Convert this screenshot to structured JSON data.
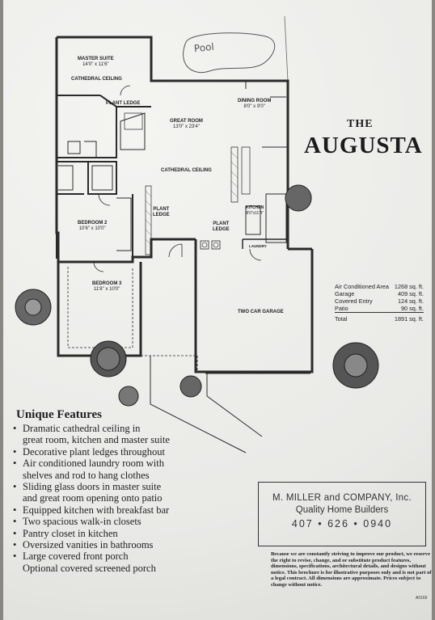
{
  "title": {
    "prefix": "THE",
    "name": "AUGUSTA"
  },
  "rooms": {
    "master_suite": {
      "name": "MASTER SUITE",
      "dims": "14'0\" x 11'6\""
    },
    "master_ceiling": "CATHEDRAL CEILING",
    "plant_ledge_top": "PLANT LEDGE",
    "great_room": {
      "name": "GREAT ROOM",
      "dims": "13'0\" x 23'4\""
    },
    "dining_room": {
      "name": "DINING ROOM",
      "dims": "8'0\" x 9'0\""
    },
    "great_ceiling": "CATHEDRAL CEILING",
    "bedroom2": {
      "name": "BEDROOM 2",
      "dims": "10'6\" x 10'0\""
    },
    "plant_ledge_left": "PLANT\nLEDGE",
    "kitchen": {
      "name": "KITCHEN",
      "dims": "8'0\"x11'4\""
    },
    "plant_ledge_right": "PLANT\nLEDGE",
    "laundry": "LAUNDRY",
    "bedroom3": {
      "name": "BEDROOM 3",
      "dims": "11'8\" x 10'0\""
    },
    "garage": "TWO CAR GARAGE"
  },
  "pool_note": "Pool",
  "areas": [
    {
      "label": "Air Conditioned Area",
      "value": "1268 sq. ft."
    },
    {
      "label": "Garage",
      "value": "409 sq. ft."
    },
    {
      "label": "Covered Entry",
      "value": "124 sq. ft."
    },
    {
      "label": "Patio",
      "value": "90 sq. ft."
    }
  ],
  "area_total": {
    "label": "Total",
    "value": "1891 sq. ft."
  },
  "features_title": "Unique Features",
  "features": [
    "Dramatic cathedral ceiling in",
    "great room, kitchen and master suite",
    "Decorative plant ledges throughout",
    "Air conditioned laundry room with",
    "shelves and rod to hang clothes",
    "Sliding glass doors in master suite",
    "and great room opening onto patio",
    "Equipped kitchen with breakfast bar",
    "Two spacious walk-in closets",
    "Pantry closet in kitchen",
    "Oversized vanities in bathrooms",
    "Large covered front porch",
    "Optional covered screened porch"
  ],
  "builder": {
    "name": "M. MILLER and COMPANY, Inc.",
    "tagline": "Quality Home Builders",
    "phone": "407 • 626 • 0940"
  },
  "disclaimer": "Because we are constantly striving to improve our product, we reserve the right to revise, change, and or substitute product features, dimensions, specifications, architectural details, and designs without notice. This brochure is for illustrative purposes only and is not part of a legal contract. All dimensions are approximate. Prices subject to change without notice.",
  "code": "A0169"
}
